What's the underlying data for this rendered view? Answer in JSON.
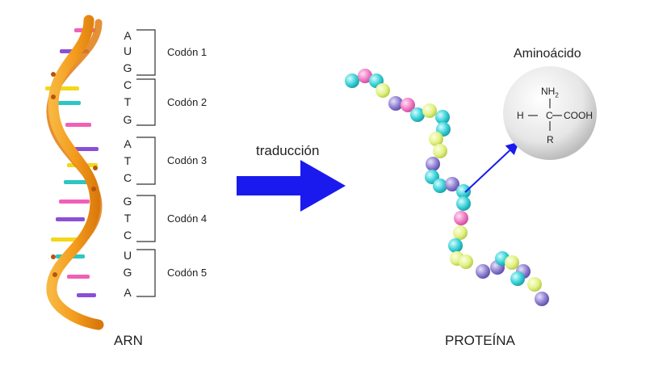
{
  "left_label": "ARN",
  "right_label": "PROTEÍNA",
  "arrow_label": "traducción",
  "amino_title": "Aminoácido",
  "amino_formula": {
    "top": "NH",
    "top_sub": "2",
    "left": "H",
    "center": "C",
    "right": "COOH",
    "bottom": "R"
  },
  "nucleotides": [
    "A",
    "U",
    "G",
    "C",
    "T",
    "G",
    "A",
    "T",
    "C",
    "G",
    "T",
    "C",
    "U",
    "G",
    "A"
  ],
  "codons": [
    "Codón 1",
    "Codón 2",
    "Codón 3",
    "Codón 4",
    "Codón 5"
  ],
  "colors": {
    "arrow_blue": "#1a1aee",
    "helix_orange": "#f4a21f",
    "helix_dark": "#e07c10",
    "bead_cyan": "#38d2d8",
    "bead_pink": "#f27bc6",
    "bead_purple": "#8f7fd0",
    "bead_yellow": "#e3f285",
    "rung_colors": [
      "#f25fb6",
      "#8a4fd6",
      "#f2d81a",
      "#2cc6c4"
    ]
  },
  "bead_sequence": [
    "cyan",
    "pink",
    "cyan",
    "yellow",
    "purple",
    "pink",
    "cyan",
    "yellow",
    "cyan",
    "cyan",
    "yellow",
    "yellow",
    "purple",
    "cyan",
    "cyan",
    "purple",
    "cyan",
    "cyan",
    "pink",
    "yellow",
    "cyan",
    "yellow",
    "yellow",
    "purple",
    "purple",
    "cyan",
    "yellow",
    "purple",
    "yellow",
    "cyan",
    "purple",
    "cyan",
    "purple",
    "yellow",
    "yellow",
    "pink",
    "cyan",
    "cyan",
    "purple"
  ]
}
